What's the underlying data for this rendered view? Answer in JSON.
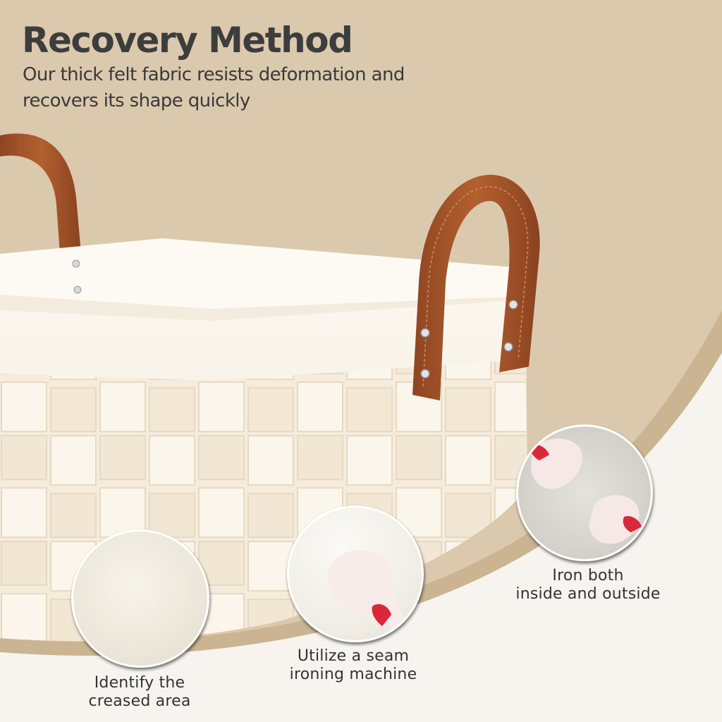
{
  "header": {
    "title": "Recovery Method",
    "subtitle": "Our thick felt fabric resists deformation and recovers its shape quickly"
  },
  "product": {
    "name": "woven felt storage basket",
    "material": "felt",
    "handle_material": "leather"
  },
  "callouts": [
    {
      "id": "identify",
      "caption_line1": "Identify the",
      "caption_line2": "creased area",
      "image": "felt-texture-closeup"
    },
    {
      "id": "seam",
      "caption_line1": "Utilize a seam",
      "caption_line2": "ironing machine",
      "image": "seam-iron-on-felt"
    },
    {
      "id": "both-sides",
      "caption_line1": "Iron both",
      "caption_line2": "inside and outside",
      "image": "two-irons-on-fleece"
    }
  ],
  "colors": {
    "background_top": "#dbc9ae",
    "background_bottom": "#f7f4ef",
    "curve_band": "#cbb491",
    "title_text": "#3d3d3d",
    "felt": "#f6efe2",
    "leather": "#a9562a",
    "iron_accent": "#d9283a"
  }
}
